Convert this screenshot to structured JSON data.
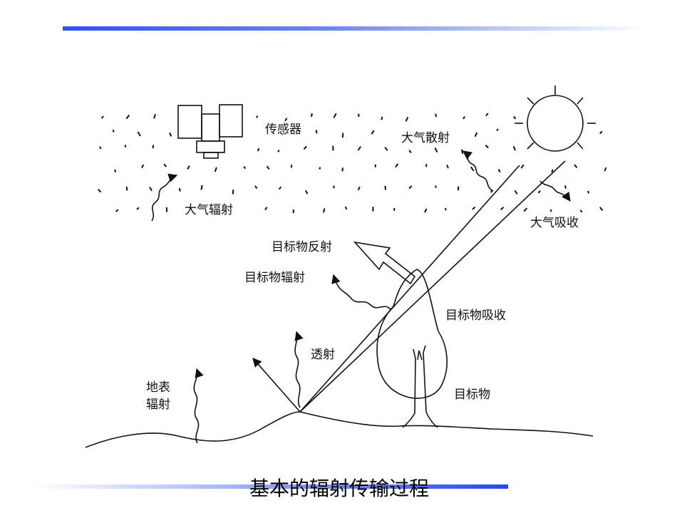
{
  "caption": "基本的辐射传输过程",
  "labels": {
    "sensor": "传感器",
    "atm_scatter": "大气散射",
    "atm_radiation": "大气辐射",
    "atm_absorption": "大气吸收",
    "target_reflect": "目标物反射",
    "target_radiation": "目标物辐射",
    "target_absorption": "目标物吸收",
    "transmission": "透射",
    "surface_line1": "地表",
    "surface_line2": "辐射",
    "target": "目标物"
  },
  "colors": {
    "accent_blue": "#2f55e6",
    "line": "#111111"
  }
}
